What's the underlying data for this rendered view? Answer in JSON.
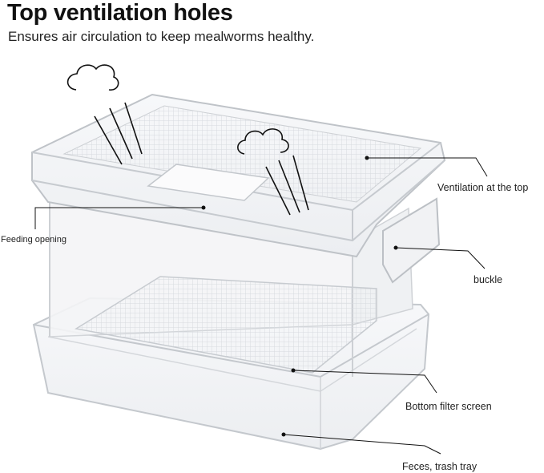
{
  "header": {
    "title": "Top ventilation holes",
    "subtitle": "Ensures air circulation to keep mealworms healthy."
  },
  "callouts": {
    "ventilation": "Ventilation at the top",
    "feeding": "Feeding opening",
    "buckle": "buckle",
    "filter": "Bottom filter screen",
    "tray": "Feces, trash tray"
  },
  "icons": [
    "cloud-icon",
    "airflow-lines-icon"
  ],
  "colors": {
    "text": "#111111",
    "outline": "#c9ccd0",
    "grid": "#dfe2e6"
  }
}
